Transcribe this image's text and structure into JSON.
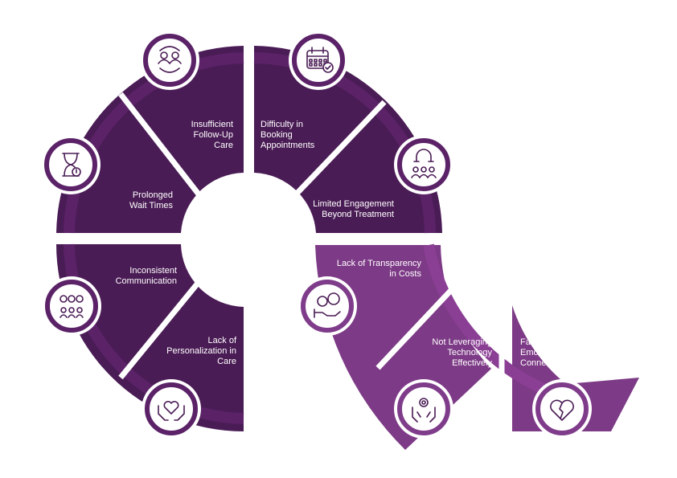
{
  "colors": {
    "dark_segment": "#4a1c55",
    "light_segment": "#7d3a86",
    "dark_ring": "#5b2268",
    "light_ring": "#8a3e94",
    "icon_ring": "#5b2268",
    "icon_ring_light": "#7f3c8a",
    "background": "#ffffff",
    "label": "#ffffff"
  },
  "segments": [
    {
      "label": "Insufficient\nFollow-Up\nCare",
      "icon": "follow-up-people-icon",
      "tone": "dark"
    },
    {
      "label": "Difficulty in\nBooking\nAppointments",
      "icon": "calendar-check-icon",
      "tone": "dark"
    },
    {
      "label": "Prolonged\nWait Times",
      "icon": "hourglass-icon",
      "tone": "dark"
    },
    {
      "label": "Limited Engagement\nBeyond Treatment",
      "icon": "magnet-people-icon",
      "tone": "dark"
    },
    {
      "label": "Inconsistent\nCommunication",
      "icon": "communication-people-icon",
      "tone": "dark"
    },
    {
      "label": "Lack of\nPersonalization in\nCare",
      "icon": "caring-hands-heart-icon",
      "tone": "dark"
    },
    {
      "label": "Lack of Transparency\nin Costs",
      "icon": "hand-coins-icon",
      "tone": "light"
    },
    {
      "label": "Not Leveraging\nTechnology\nEffectively",
      "icon": "hands-gear-icon",
      "tone": "light"
    },
    {
      "label": "Failure to Build\nEmotional\nConnections",
      "icon": "broken-heart-icon",
      "tone": "light"
    }
  ]
}
